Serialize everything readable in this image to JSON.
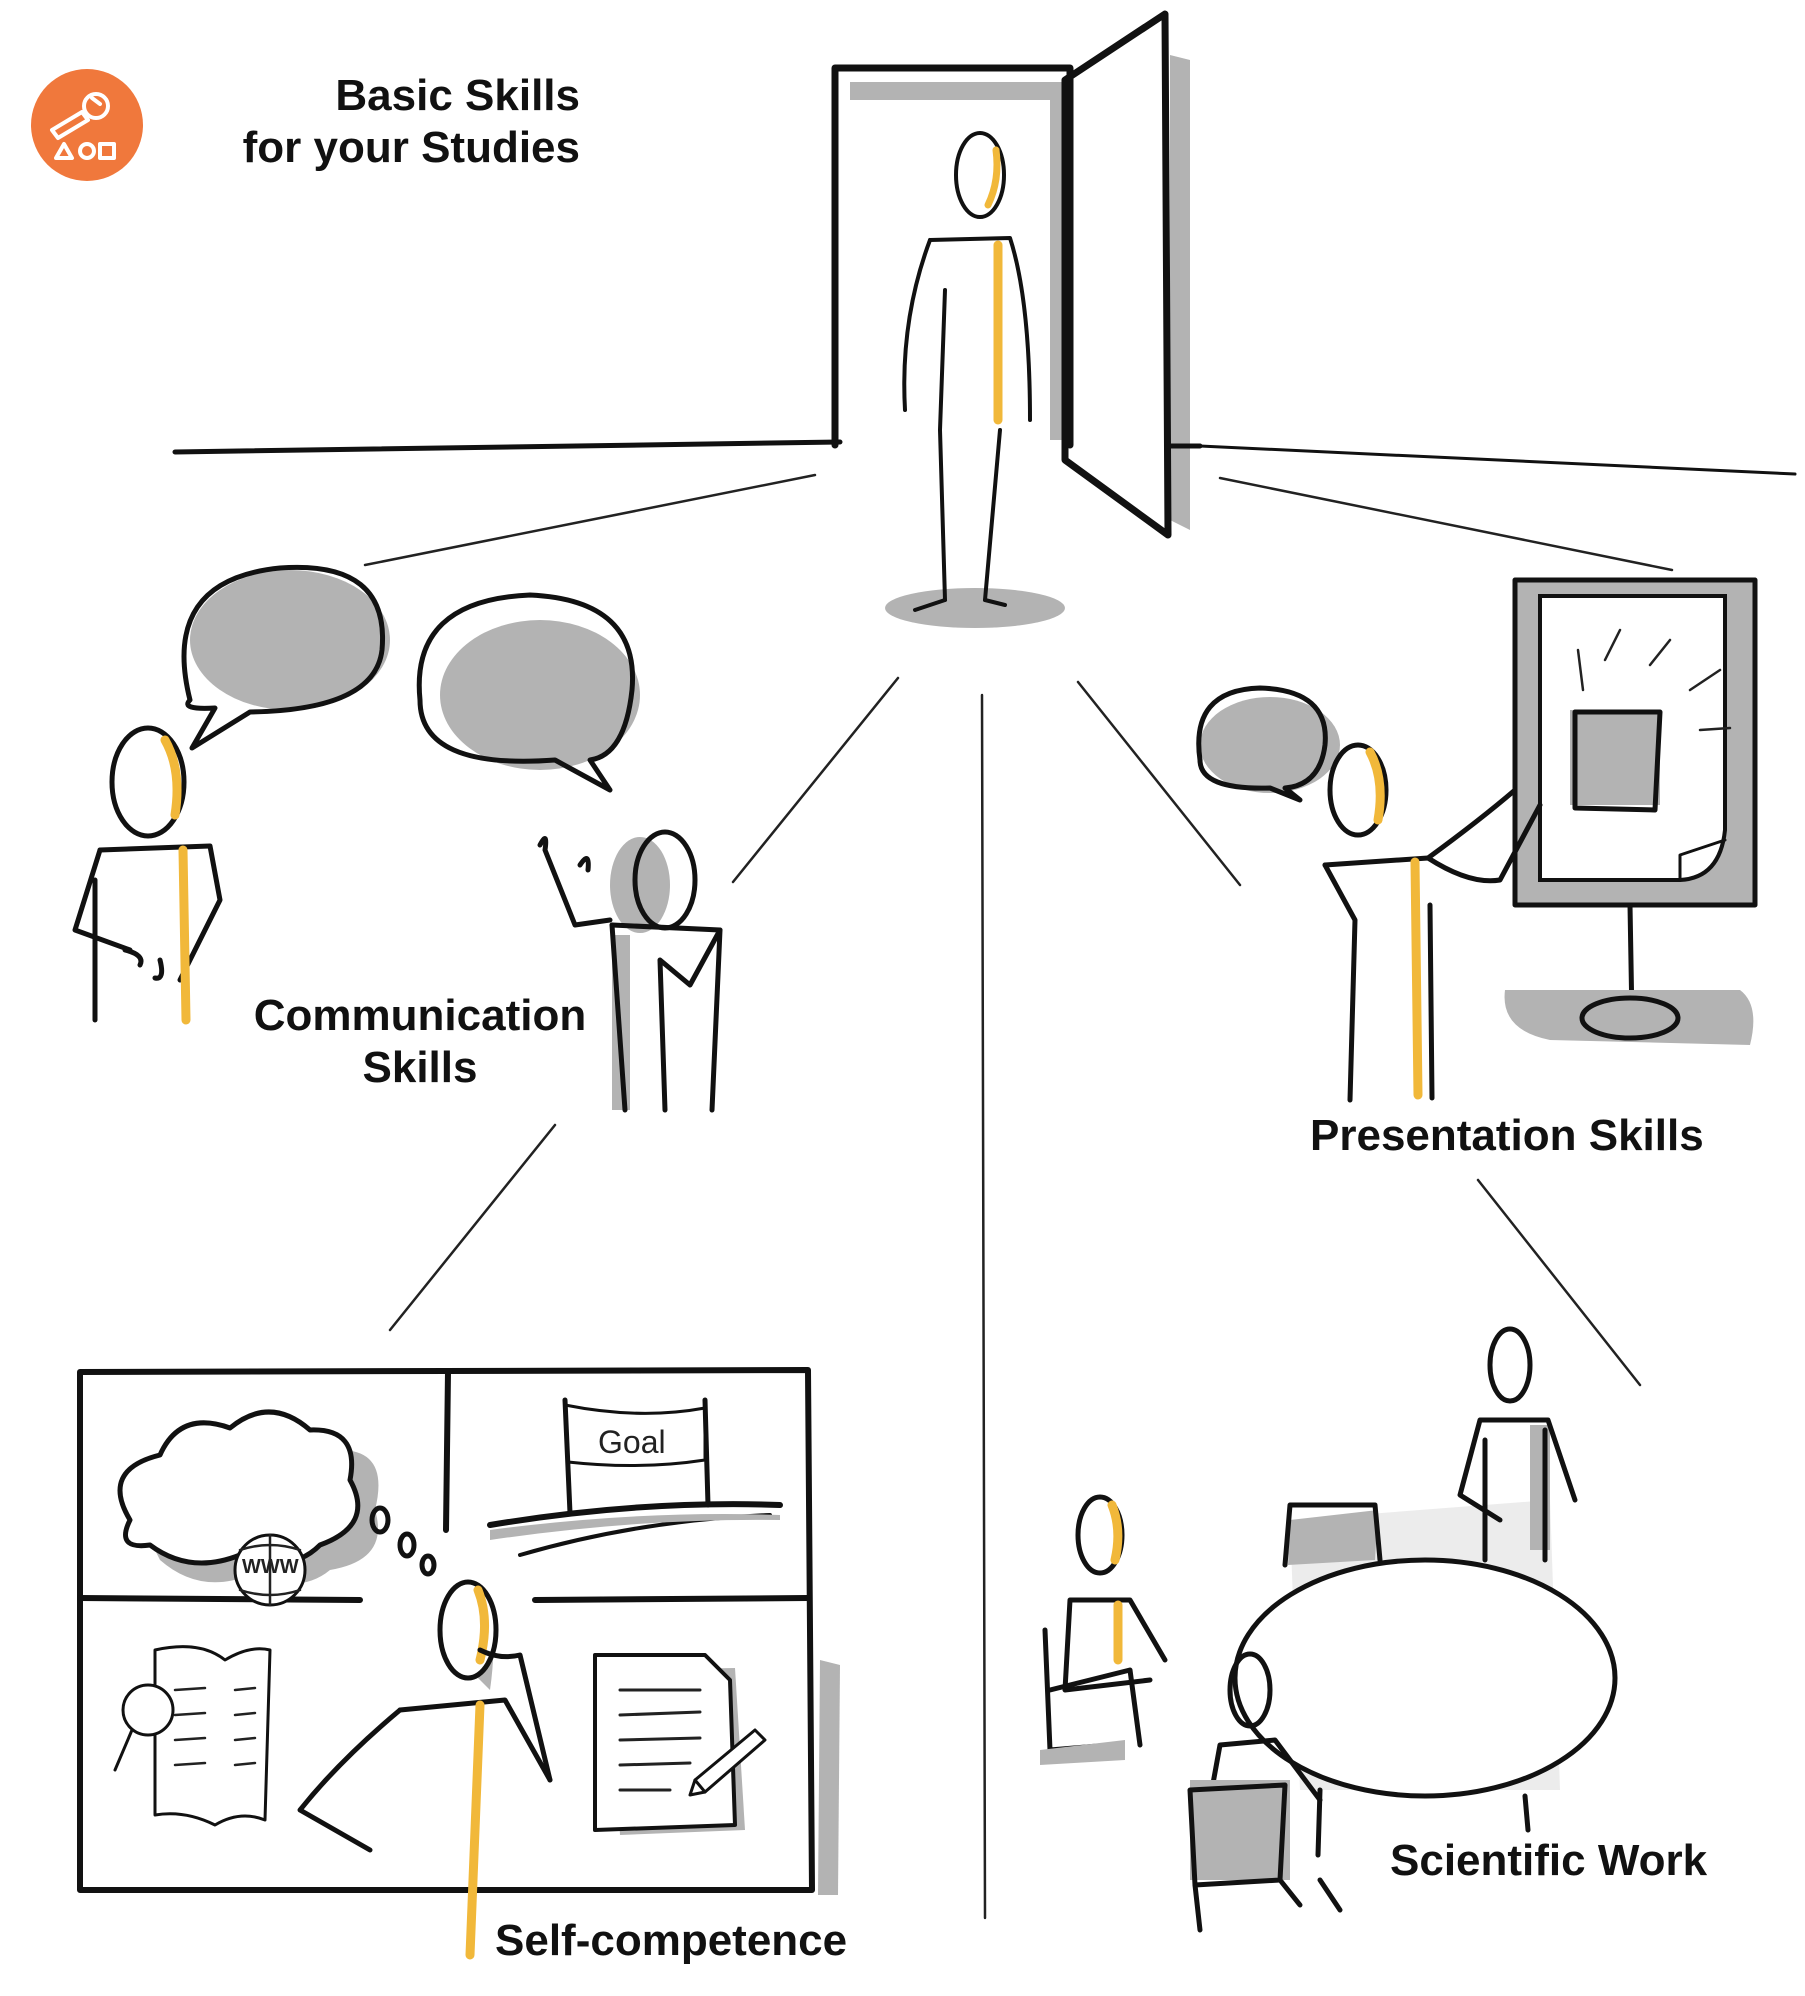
{
  "title": {
    "line1": "Basic Skills",
    "line2": "for your Studies"
  },
  "labels": {
    "communication_line1": "Communication",
    "communication_line2": "Skills",
    "presentation": "Presentation Skills",
    "scientific": "Scientific Work",
    "self": "Self-competence"
  },
  "illustration_text": {
    "goal": "Goal",
    "www": "WWW"
  },
  "colors": {
    "logo_orange": "#f0783c",
    "accent_gold": "#f1b83a",
    "ink": "#111111",
    "shadow_gray": "#b3b3b3"
  },
  "icons": [
    "wrench-shapes-logo-icon",
    "door-icon",
    "person-icon",
    "speech-bubble-icon",
    "flipchart-icon",
    "thought-cloud-icon",
    "goal-banner-icon",
    "book-icon",
    "globe-icon",
    "document-icon",
    "pencil-icon",
    "table-icon",
    "chair-icon"
  ]
}
